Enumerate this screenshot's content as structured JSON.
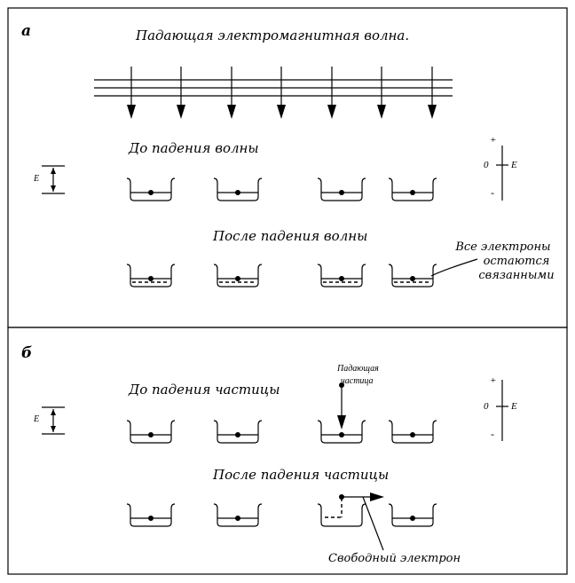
{
  "panel_a": {
    "label": "а",
    "title": "Падающая электромагнитная волна.",
    "before": "До падения волны",
    "after": "После падения волны",
    "note_line1": "Все электроны",
    "note_line2": "остаются",
    "note_line3": "связанными",
    "e_label": "E",
    "axis_plus": "+",
    "axis_zero": "0",
    "axis_e": "E",
    "axis_minus": "-"
  },
  "panel_b": {
    "label": "б",
    "before": "До падения частицы",
    "after": "После падения частицы",
    "particle_line1": "Падающая",
    "particle_line2": "частица",
    "free_electron": "Свободный электрон",
    "e_label": "E",
    "axis_plus": "+",
    "axis_zero": "0",
    "axis_e": "E",
    "axis_minus": "-"
  }
}
